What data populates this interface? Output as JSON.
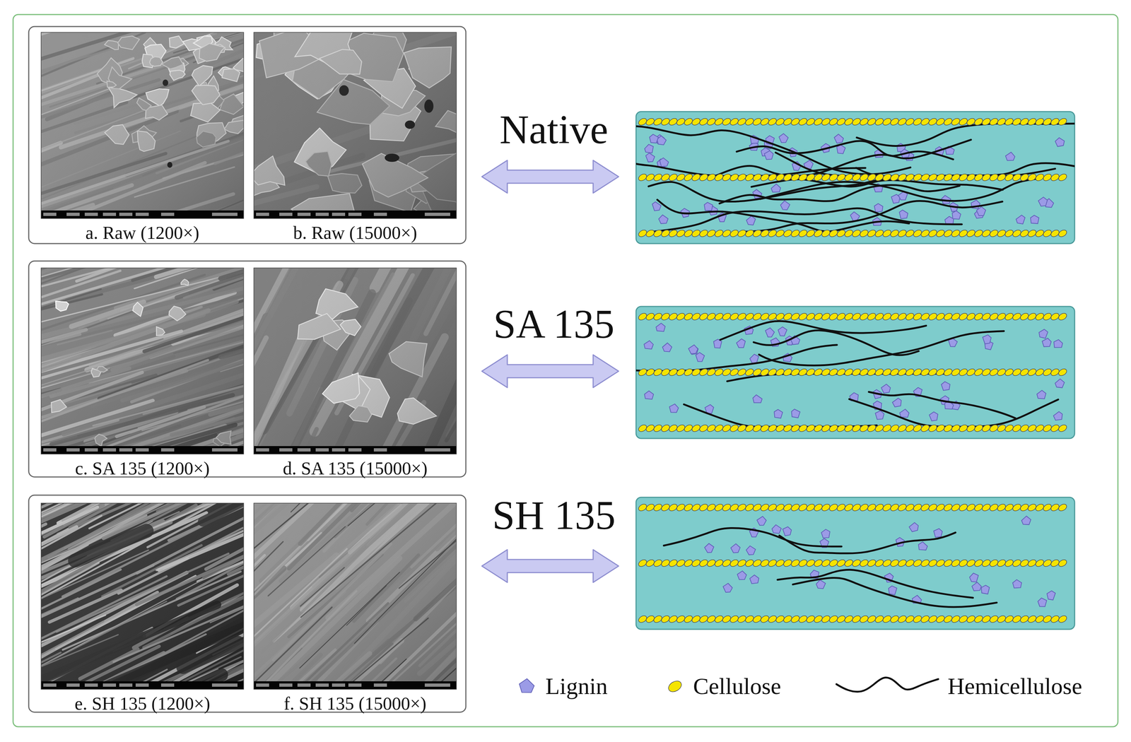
{
  "diagram": {
    "nodes": [
      {
        "text": [
          "a. Raw (1200×)"
        ]
      },
      {
        "text": [
          "b. Raw (15000×)"
        ]
      },
      {
        "text": [
          "c. SA 135 (1200×)"
        ]
      },
      {
        "text": [
          "d. SA 135 (15000×)"
        ]
      },
      {
        "text": [
          "e. SH 135 (1200×)"
        ]
      },
      {
        "text": [
          "f. SH 135 (15000×)"
        ]
      }
    ],
    "labels": [
      "Native",
      "SA 135",
      "SH 135"
    ],
    "legend": [
      {
        "text": "Lignin"
      },
      {
        "text": "Cellulose"
      },
      {
        "text": "Hemicellulose"
      }
    ]
  }
}
